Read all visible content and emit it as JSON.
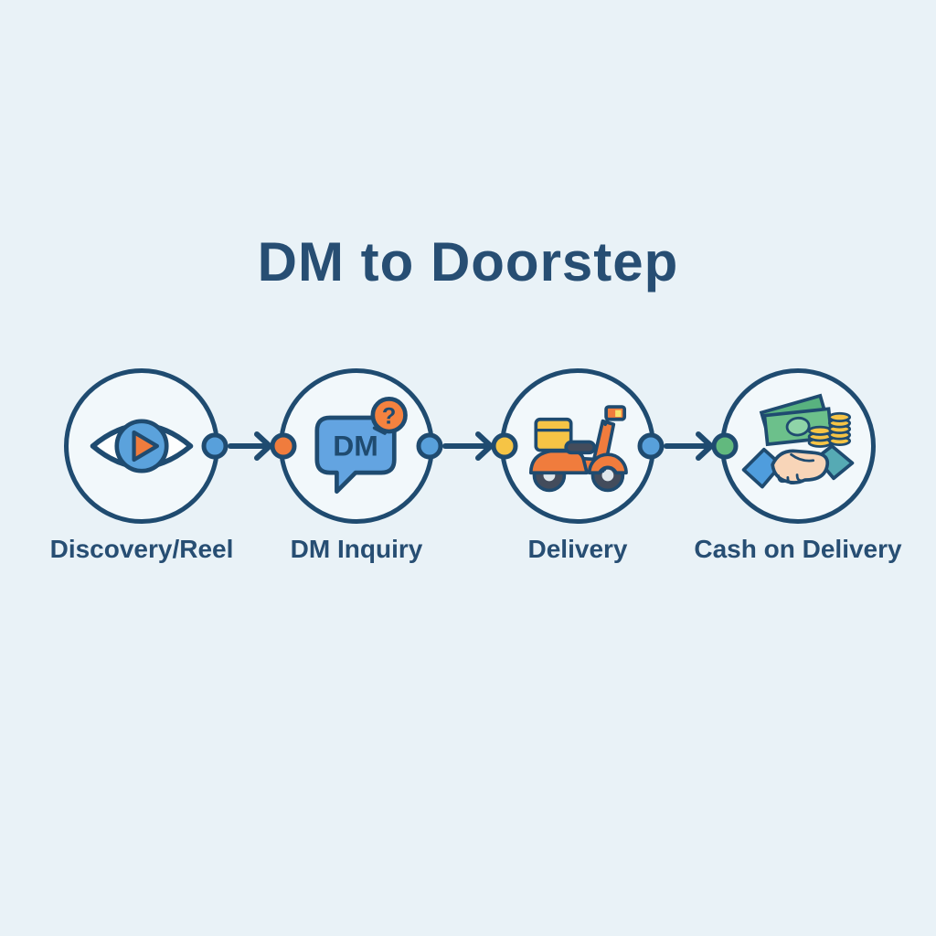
{
  "title": "DM to Doorstep",
  "steps": [
    {
      "label": "Discovery/Reel",
      "icon": "eye-play-icon"
    },
    {
      "label": "DM Inquiry",
      "icon": "dm-chat-bubble-icon",
      "bubble_text": "DM",
      "badge_text": "?"
    },
    {
      "label": "Delivery",
      "icon": "delivery-scooter-icon"
    },
    {
      "label": "Cash on Delivery",
      "icon": "cash-handshake-icon"
    }
  ],
  "dots": [
    {
      "color": "#58a0db"
    },
    {
      "color": "#f07c3d"
    },
    {
      "color": "#58a0db"
    },
    {
      "color": "#f6c445"
    },
    {
      "color": "#58a0db"
    },
    {
      "color": "#62b97e"
    }
  ],
  "colors": {
    "background": "#e9f2f7",
    "outline_navy": "#1f4b70",
    "text_navy": "#274e73",
    "accent_blue": "#58a0db",
    "bubble_blue": "#63a4e1",
    "orange": "#f07c3d",
    "yellow": "#f6c445",
    "green": "#62b97e",
    "note_green": "#6cc08b",
    "skin": "#f8d5b8",
    "sleeve_blue": "#4f9ddd",
    "sleeve_teal": "#56aab4"
  }
}
